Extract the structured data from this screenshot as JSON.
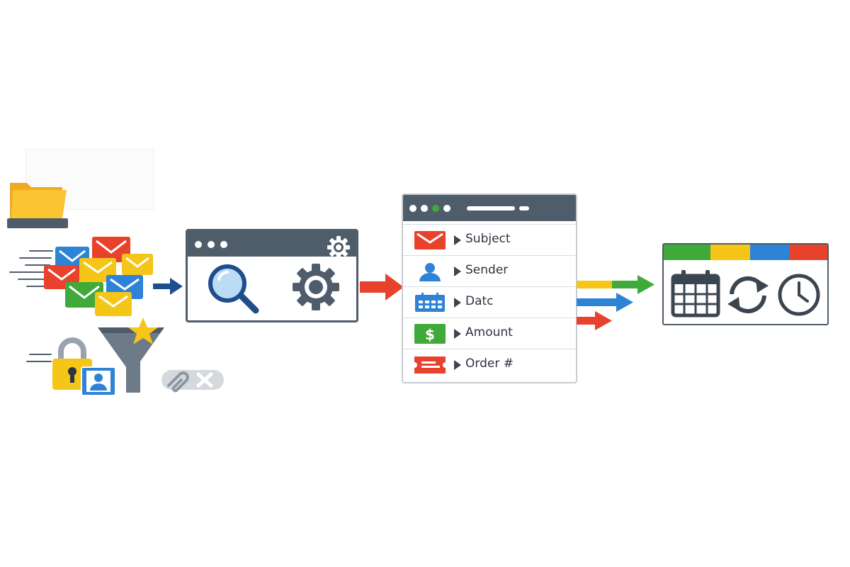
{
  "fields": {
    "items": [
      {
        "label": "Subject",
        "icon": "envelope-icon",
        "color": "#e8412c"
      },
      {
        "label": "Sender",
        "icon": "user-icon",
        "color": "#2f83d6"
      },
      {
        "label": "Datc",
        "icon": "calendar-icon",
        "color": "#2f83d6"
      },
      {
        "label": "Amount",
        "icon": "dollar-icon",
        "color": "#3faa3a"
      },
      {
        "label": "Order #",
        "icon": "ticket-icon",
        "color": "#e8412c"
      }
    ]
  },
  "palette": {
    "dark": "#4f5d6b",
    "red": "#e8412c",
    "blue": "#2f83d6",
    "green": "#3faa3a",
    "yellow": "#f5c518",
    "navy": "#1f4e8c"
  }
}
